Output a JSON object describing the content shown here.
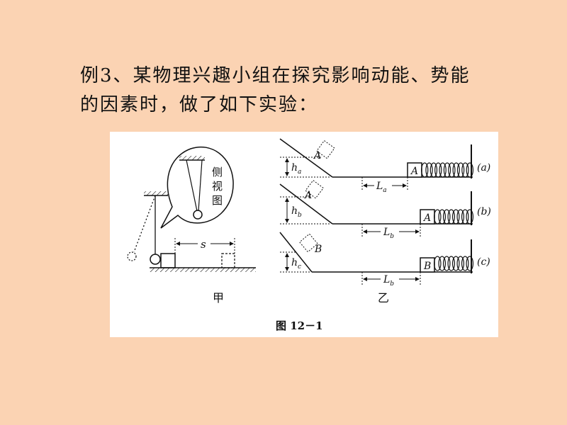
{
  "question": {
    "line1": "例3、某物理兴趣小组在探究影响动能、势能",
    "line2": "的因素时，做了如下实验："
  },
  "figure": {
    "caption": "图 12－1",
    "left_panel": {
      "label": "甲",
      "side_view_chars": [
        "侧",
        "视",
        "图"
      ],
      "distance_label": "s"
    },
    "right_panel": {
      "label": "乙",
      "rows": [
        {
          "tag": "(a)",
          "block": "A",
          "ghost": "A",
          "h": "h",
          "h_sub": "a",
          "L": "L",
          "L_sub": "a"
        },
        {
          "tag": "(b)",
          "block": "A",
          "ghost": "A",
          "h": "h",
          "h_sub": "b",
          "L": "L",
          "L_sub": "b"
        },
        {
          "tag": "(c)",
          "block": "B",
          "ghost": "B",
          "h": "h",
          "h_sub": "c",
          "L": "L",
          "L_sub": "b"
        }
      ]
    }
  },
  "colors": {
    "background": "#FBD3B3",
    "figure_bg": "#FFFFFF",
    "ink": "#111111"
  }
}
